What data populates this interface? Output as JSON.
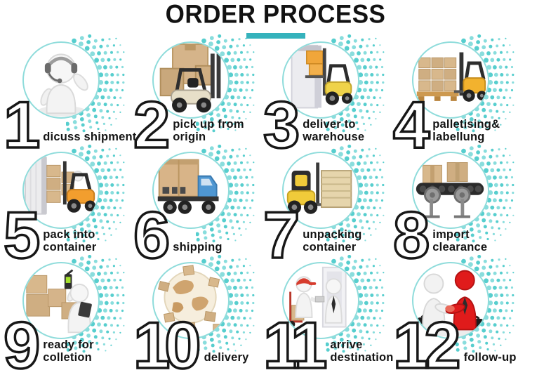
{
  "title": "ORDER PROCESS",
  "colors": {
    "accent_underline": "#35b2bc",
    "dot_pattern": "#3ac6c6",
    "circle_border": "#8fdcdb",
    "number_fill": "#ffffff",
    "number_outline": "#171717",
    "label_text": "#141414"
  },
  "steps": [
    {
      "number": "1",
      "label_lines": [
        "dicuss shipment",
        ""
      ],
      "icon": "support-agent-icon"
    },
    {
      "number": "2",
      "label_lines": [
        "pick up from",
        "origin"
      ],
      "icon": "forklift-boxes-icon"
    },
    {
      "number": "3",
      "label_lines": [
        "deliver to",
        "warehouse"
      ],
      "icon": "forklift-warehouse-icon"
    },
    {
      "number": "4",
      "label_lines": [
        "palletising&",
        "labellung"
      ],
      "icon": "forklift-pallet-icon"
    },
    {
      "number": "5",
      "label_lines": [
        "pack into",
        "container"
      ],
      "icon": "forklift-container-icon"
    },
    {
      "number": "6",
      "label_lines": [
        "shipping",
        ""
      ],
      "icon": "cargo-truck-icon"
    },
    {
      "number": "7",
      "label_lines": [
        "unpacking",
        "container"
      ],
      "icon": "forklift-crate-icon"
    },
    {
      "number": "8",
      "label_lines": [
        "import",
        "clearance"
      ],
      "icon": "conveyor-belt-icon"
    },
    {
      "number": "9",
      "label_lines": [
        "ready for",
        "colletion"
      ],
      "icon": "worker-boxes-icon"
    },
    {
      "number": "10",
      "label_lines": [
        "delivery",
        ""
      ],
      "icon": "globe-parcels-icon"
    },
    {
      "number": "11",
      "label_lines": [
        "arrive",
        "destination"
      ],
      "icon": "courier-handoff-icon"
    },
    {
      "number": "12",
      "label_lines": [
        "follow-up",
        ""
      ],
      "icon": "handshake-icon"
    }
  ]
}
